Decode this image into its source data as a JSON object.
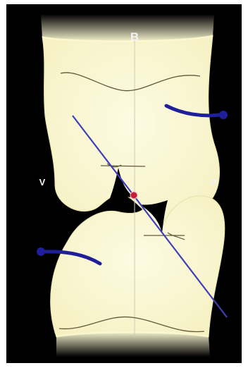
{
  "labels": {
    "top": "B",
    "left": "V",
    "right": "P"
  },
  "colors": {
    "background": "#000000",
    "frame": "#ffffff",
    "bone_fill": "#fbf8d2",
    "bone_edge": "#e8e2a8",
    "outline": "#5f5b3a",
    "axis_line": "#3f3fb8",
    "arrow": "#1f1f9a",
    "center_point": "#c2203a",
    "label": "#f2f2f2"
  }
}
